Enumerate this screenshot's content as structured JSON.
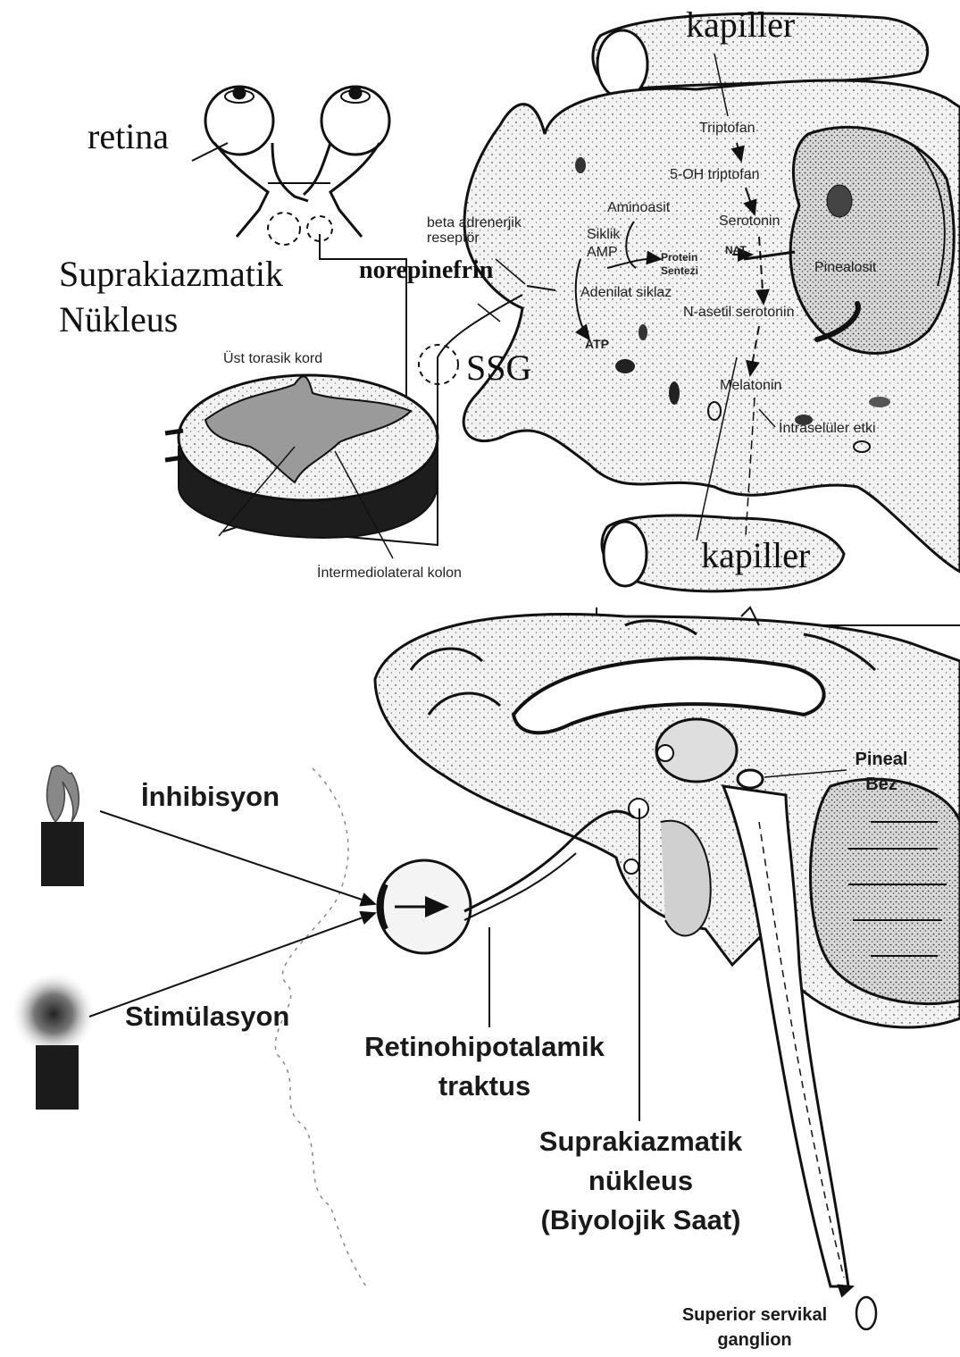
{
  "top_panel": {
    "labels": {
      "kapiller_top": "kapiller",
      "retina": "retina",
      "scn_line1": "Suprakiazmatik",
      "scn_line2": "Nükleus",
      "norepinefrin": "norepinefrin",
      "beta_line1": "beta adrenerjik",
      "beta_line2": "reseptör",
      "ssg": "SSG",
      "ust_torasik_kord": "Üst torasik kord",
      "intermediolateral_kolon": "İntermediolateral kolon",
      "kapiller_bottom": "kapiller",
      "triptofan": "Triptofan",
      "oh_triptofan": "5-OH triptofan",
      "aminoasit": "Aminoasit",
      "serotonin": "Serotonin",
      "siklik": "Siklik",
      "amp": "AMP",
      "protein_line1": "Protein",
      "protein_line2": "Sentezi",
      "nat": "NAT",
      "pinealosit": "Pinealosit",
      "adenilat_siklaz": "Adenilat siklaz",
      "n_asetil_serotonin": "N-asetil serotonin",
      "atp": "ATP",
      "melatonin": "Melatonin",
      "intraseluler_etki": "İntraselüler etki"
    }
  },
  "bottom_panel": {
    "labels": {
      "pineal_line1": "Pineal",
      "pineal_line2": "Bez",
      "inhibisyon": "İnhibisyon",
      "stimulasyon": "Stimülasyon",
      "rht_line1": "Retinohipotalamik",
      "rht_line2": "traktus",
      "scn_line1": "Suprakiazmatik",
      "scn_line2": "nükleus",
      "scn_line3": "(Biyolojik Saat)",
      "ssg_line1": "Superior servikal",
      "ssg_line2": "ganglion"
    }
  }
}
